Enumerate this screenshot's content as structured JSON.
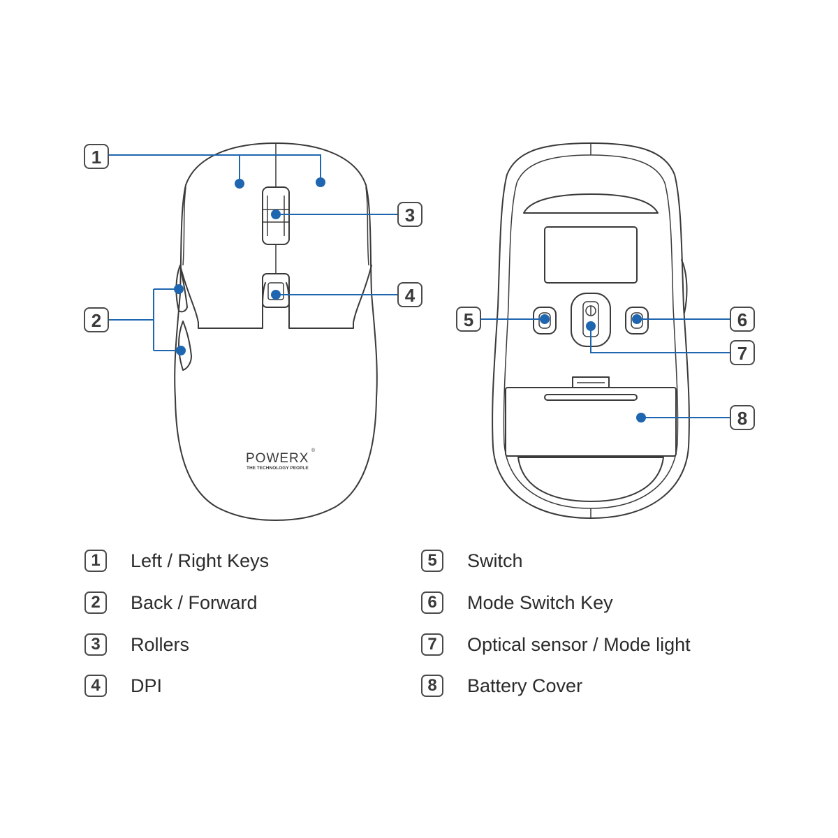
{
  "logo": {
    "name": "POWERX",
    "registered": "®",
    "tagline": "THE TECHNOLOGY PEOPLE"
  },
  "callouts": [
    "1",
    "2",
    "3",
    "4",
    "5",
    "6",
    "7",
    "8"
  ],
  "legend": [
    {
      "num": "1",
      "label": "Left / Right Keys"
    },
    {
      "num": "2",
      "label": "Back / Forward"
    },
    {
      "num": "3",
      "label": "Rollers"
    },
    {
      "num": "4",
      "label": "DPI"
    },
    {
      "num": "5",
      "label": "Switch"
    },
    {
      "num": "6",
      "label": "Mode Switch Key"
    },
    {
      "num": "7",
      "label": "Optical sensor / Mode light"
    },
    {
      "num": "8",
      "label": "Battery Cover"
    }
  ],
  "colors": {
    "leader": "#1f66b0",
    "outline": "#3a3a3a"
  }
}
